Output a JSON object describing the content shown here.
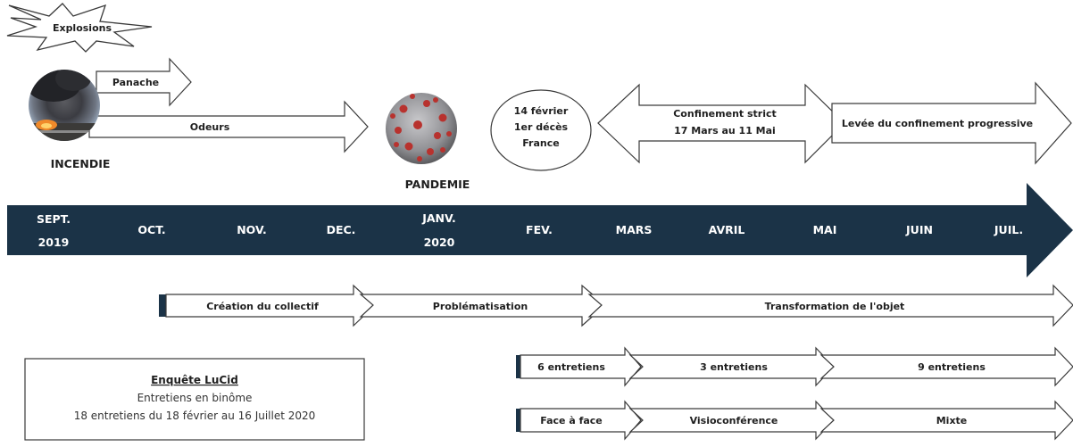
{
  "top_events": {
    "explosions": "Explosions",
    "panache": "Panache",
    "odeurs": "Odeurs",
    "incendie": "INCENDIE",
    "pandemie": "PANDEMIE",
    "first_death": {
      "line1": "14 février",
      "line2": "1er décès",
      "line3": "France"
    },
    "confinement": {
      "line1": "Confinement strict",
      "line2": "17 Mars au 11 Mai"
    },
    "levee": "Levée du confinement progressive"
  },
  "timeline": [
    {
      "line1": "SEPT.",
      "line2": "2019"
    },
    {
      "line1": "OCT.",
      "line2": ""
    },
    {
      "line1": "NOV.",
      "line2": ""
    },
    {
      "line1": "DEC.",
      "line2": ""
    },
    {
      "line1": "JANV.",
      "line2": "2020"
    },
    {
      "line1": "FEV.",
      "line2": ""
    },
    {
      "line1": "MARS",
      "line2": ""
    },
    {
      "line1": "AVRIL",
      "line2": ""
    },
    {
      "line1": "MAI",
      "line2": ""
    },
    {
      "line1": "JUIN",
      "line2": ""
    },
    {
      "line1": "JUIL.",
      "line2": ""
    }
  ],
  "phases": {
    "creation": "Création du collectif",
    "problematisation": "Problématisation",
    "transformation": "Transformation de l'objet"
  },
  "entretiens": [
    "6 entretiens",
    "3 entretiens",
    "9 entretiens"
  ],
  "modes": [
    "Face à face",
    "Visioconférence",
    "Mixte"
  ],
  "enquete": {
    "title": "Enquête LuCid",
    "line1": "Entretiens en binôme",
    "line2": "18 entretiens du 18 février au 16 Juillet 2020"
  },
  "colors": {
    "timeline": "#1b3347",
    "stroke": "#3a3a3a",
    "text": "#1f1f1f"
  }
}
